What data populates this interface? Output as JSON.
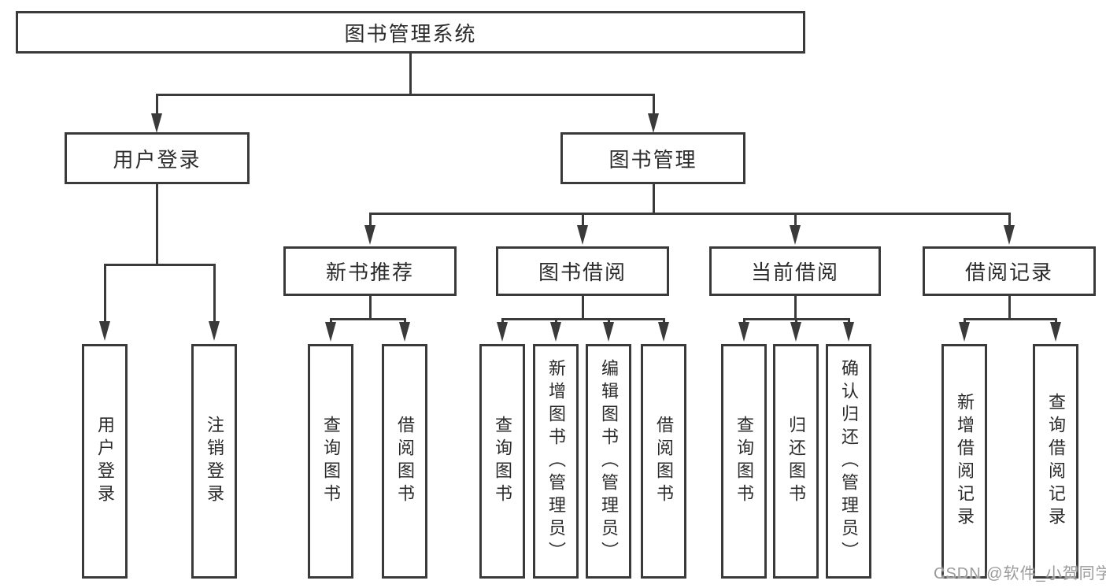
{
  "nodes": {
    "root": "图书管理系统",
    "user_login": "用户登录",
    "book_mgmt": "图书管理",
    "new_books": "新书推荐",
    "book_borrow": "图书借阅",
    "current_borrow": "当前借阅",
    "borrow_records": "借阅记录",
    "leaves": {
      "user_login": [
        "用户登录",
        "注销登录"
      ],
      "new_books": [
        "查询图书",
        "借阅图书"
      ],
      "book_borrow": [
        "查询图书",
        "新增图书（管理员）",
        "编辑图书（管理员）",
        "借阅图书"
      ],
      "current_borrow": [
        "查询图书",
        "归还图书",
        "确认归还（管理员）"
      ],
      "borrow_records": [
        "新增借阅记录",
        "查询借阅记录"
      ]
    }
  },
  "watermark": "CSDN @软件_小贺同学",
  "colors": {
    "line": "#3a3a3a",
    "text": "#2b2b2b",
    "watermark": "#9b9b9b",
    "background": "#ffffff"
  }
}
